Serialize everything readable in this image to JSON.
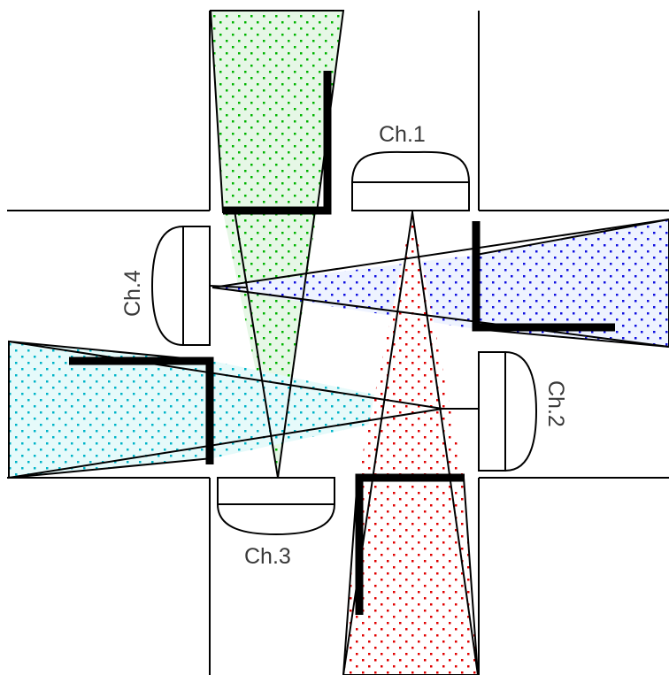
{
  "channels": [
    {
      "id": "ch1",
      "label": "Ch.1",
      "beam_color": "#e00000"
    },
    {
      "id": "ch2",
      "label": "Ch.2",
      "beam_color": "#0000e0"
    },
    {
      "id": "ch3",
      "label": "Ch.3",
      "beam_color": "#00c000"
    },
    {
      "id": "ch4",
      "label": "Ch.4",
      "beam_color": "#00c0c0"
    }
  ]
}
